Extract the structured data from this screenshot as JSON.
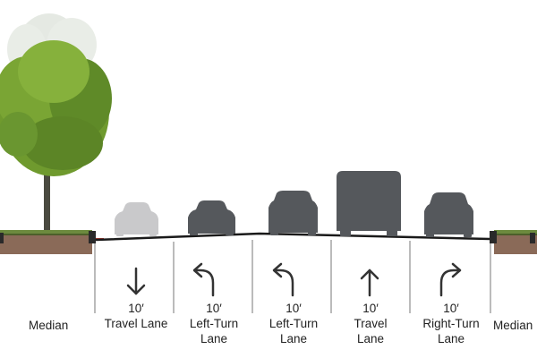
{
  "colors": {
    "vehicle_dark": "#55585c",
    "vehicle_light": "#c9c9cb",
    "pavement_line": "#1a1a1a",
    "soil": "#8a6a58",
    "grass": "#6c8a3e",
    "curb_accent": "#c0392b",
    "tree_foliage": "#6f9a2e",
    "tree_trunk": "#4a4a40",
    "divider": "#777777"
  },
  "medians": {
    "left": "Median",
    "right": "Median"
  },
  "lanes": [
    {
      "width": "10′",
      "name_line1": "Travel Lane",
      "name_line2": "",
      "arrow": "down-arrow-icon"
    },
    {
      "width": "10′",
      "name_line1": "Left-Turn",
      "name_line2": "Lane",
      "arrow": "left-turn-arrow-icon"
    },
    {
      "width": "10′",
      "name_line1": "Left-Turn",
      "name_line2": "Lane",
      "arrow": "left-turn-arrow-icon"
    },
    {
      "width": "10′",
      "name_line1": "Travel",
      "name_line2": "Lane",
      "arrow": "up-arrow-icon"
    },
    {
      "width": "10′",
      "name_line1": "Right-Turn",
      "name_line2": "Lane",
      "arrow": "right-turn-arrow-icon"
    }
  ],
  "vehicles": [
    "sedan-light-icon",
    "sedan-icon",
    "suv-icon",
    "box-truck-icon",
    "suv-icon"
  ]
}
